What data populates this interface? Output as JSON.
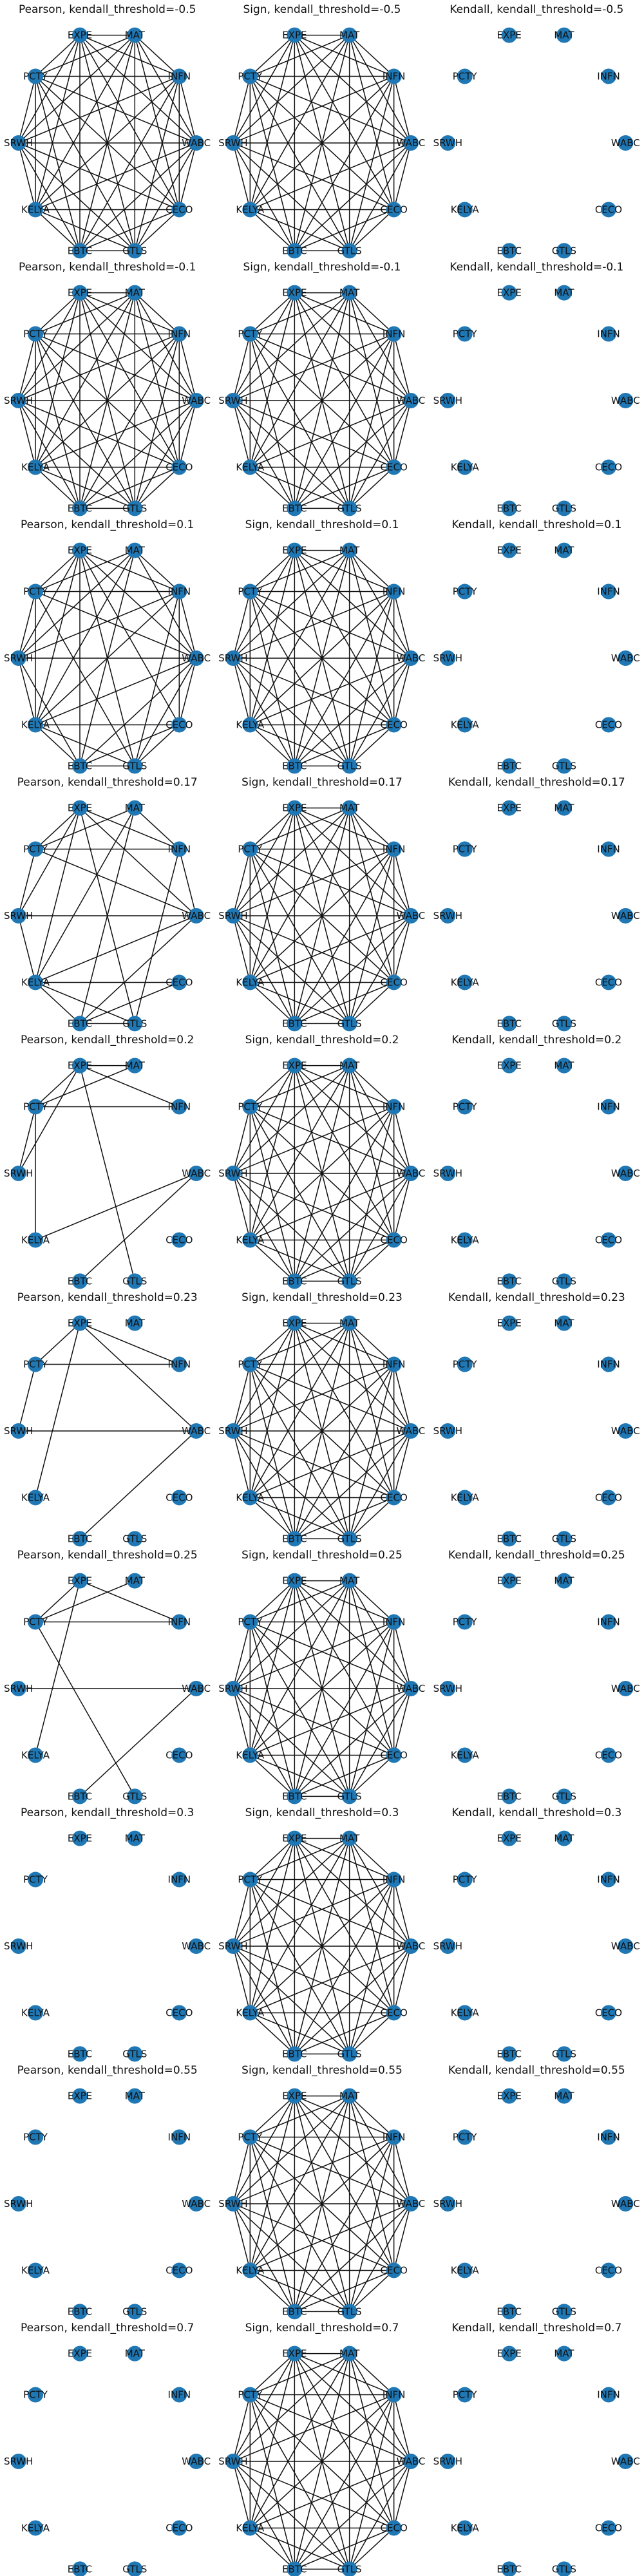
{
  "node_color": "#1f77b4",
  "edge_color": "#111111",
  "nodes": [
    "EXPE",
    "MAT",
    "INFN",
    "WABC",
    "CECO",
    "GTLS",
    "EBTC",
    "KELYA",
    "SRWH",
    "PCTY"
  ],
  "panels": [
    {
      "title": "Pearson, kendall_threshold=-0.5",
      "edges": "full"
    },
    {
      "title": "Sign, kendall_threshold=-0.5",
      "edges": "full"
    },
    {
      "title": "Kendall, kendall_threshold=-0.5",
      "edges": []
    },
    {
      "title": "Pearson, kendall_threshold=-0.1",
      "edges": "full"
    },
    {
      "title": "Sign, kendall_threshold=-0.1",
      "edges": "full"
    },
    {
      "title": "Kendall, kendall_threshold=-0.1",
      "edges": []
    },
    {
      "title": "Pearson, kendall_threshold=0.1",
      "edges": [
        [
          "EXPE",
          "INFN"
        ],
        [
          "EXPE",
          "WABC"
        ],
        [
          "EXPE",
          "CECO"
        ],
        [
          "EXPE",
          "GTLS"
        ],
        [
          "EXPE",
          "EBTC"
        ],
        [
          "EXPE",
          "KELYA"
        ],
        [
          "EXPE",
          "SRWH"
        ],
        [
          "EXPE",
          "PCTY"
        ],
        [
          "MAT",
          "INFN"
        ],
        [
          "MAT",
          "WABC"
        ],
        [
          "MAT",
          "EBTC"
        ],
        [
          "MAT",
          "KELYA"
        ],
        [
          "MAT",
          "SRWH"
        ],
        [
          "MAT",
          "PCTY"
        ],
        [
          "INFN",
          "WABC"
        ],
        [
          "INFN",
          "CECO"
        ],
        [
          "INFN",
          "GTLS"
        ],
        [
          "INFN",
          "KELYA"
        ],
        [
          "INFN",
          "SRWH"
        ],
        [
          "INFN",
          "PCTY"
        ],
        [
          "WABC",
          "CECO"
        ],
        [
          "WABC",
          "GTLS"
        ],
        [
          "WABC",
          "EBTC"
        ],
        [
          "WABC",
          "KELYA"
        ],
        [
          "WABC",
          "SRWH"
        ],
        [
          "WABC",
          "PCTY"
        ],
        [
          "CECO",
          "GTLS"
        ],
        [
          "CECO",
          "EBTC"
        ],
        [
          "CECO",
          "KELYA"
        ],
        [
          "GTLS",
          "EBTC"
        ],
        [
          "GTLS",
          "KELYA"
        ],
        [
          "GTLS",
          "PCTY"
        ],
        [
          "EBTC",
          "KELYA"
        ],
        [
          "EBTC",
          "SRWH"
        ],
        [
          "KELYA",
          "SRWH"
        ],
        [
          "KELYA",
          "PCTY"
        ],
        [
          "SRWH",
          "PCTY"
        ]
      ]
    },
    {
      "title": "Sign, kendall_threshold=0.1",
      "edges": "full"
    },
    {
      "title": "Kendall, kendall_threshold=0.1",
      "edges": []
    },
    {
      "title": "Pearson, kendall_threshold=0.17",
      "edges": [
        [
          "EXPE",
          "INFN"
        ],
        [
          "EXPE",
          "WABC"
        ],
        [
          "EXPE",
          "GTLS"
        ],
        [
          "EXPE",
          "KELYA"
        ],
        [
          "EXPE",
          "SRWH"
        ],
        [
          "EXPE",
          "PCTY"
        ],
        [
          "MAT",
          "INFN"
        ],
        [
          "MAT",
          "EBTC"
        ],
        [
          "MAT",
          "KELYA"
        ],
        [
          "MAT",
          "PCTY"
        ],
        [
          "INFN",
          "WABC"
        ],
        [
          "INFN",
          "GTLS"
        ],
        [
          "INFN",
          "PCTY"
        ],
        [
          "WABC",
          "EBTC"
        ],
        [
          "WABC",
          "KELYA"
        ],
        [
          "WABC",
          "SRWH"
        ],
        [
          "WABC",
          "PCTY"
        ],
        [
          "CECO",
          "EBTC"
        ],
        [
          "CECO",
          "KELYA"
        ],
        [
          "GTLS",
          "EBTC"
        ],
        [
          "GTLS",
          "KELYA"
        ],
        [
          "EBTC",
          "KELYA"
        ],
        [
          "KELYA",
          "SRWH"
        ],
        [
          "SRWH",
          "PCTY"
        ]
      ]
    },
    {
      "title": "Sign, kendall_threshold=0.17",
      "edges": "full"
    },
    {
      "title": "Kendall, kendall_threshold=0.17",
      "edges": []
    },
    {
      "title": "Pearson, kendall_threshold=0.2",
      "edges": [
        [
          "EXPE",
          "MAT"
        ],
        [
          "EXPE",
          "INFN"
        ],
        [
          "EXPE",
          "SRWH"
        ],
        [
          "EXPE",
          "PCTY"
        ],
        [
          "EXPE",
          "GTLS"
        ],
        [
          "MAT",
          "PCTY"
        ],
        [
          "INFN",
          "PCTY"
        ],
        [
          "WABC",
          "KELYA"
        ],
        [
          "WABC",
          "EBTC"
        ],
        [
          "PCTY",
          "KELYA"
        ],
        [
          "PCTY",
          "SRWH"
        ]
      ]
    },
    {
      "title": "Sign, kendall_threshold=0.2",
      "edges": "full"
    },
    {
      "title": "Kendall, kendall_threshold=0.2",
      "edges": []
    },
    {
      "title": "Pearson, kendall_threshold=0.23",
      "edges": [
        [
          "EXPE",
          "PCTY"
        ],
        [
          "EXPE",
          "INFN"
        ],
        [
          "EXPE",
          "WABC"
        ],
        [
          "EXPE",
          "KELYA"
        ],
        [
          "INFN",
          "PCTY"
        ],
        [
          "PCTY",
          "SRWH"
        ],
        [
          "WABC",
          "EBTC"
        ],
        [
          "WABC",
          "SRWH"
        ]
      ]
    },
    {
      "title": "Sign, kendall_threshold=0.23",
      "edges": "full"
    },
    {
      "title": "Kendall, kendall_threshold=0.23",
      "edges": []
    },
    {
      "title": "Pearson, kendall_threshold=0.25",
      "edges": [
        [
          "EXPE",
          "PCTY"
        ],
        [
          "EXPE",
          "INFN"
        ],
        [
          "MAT",
          "PCTY"
        ],
        [
          "PCTY",
          "INFN"
        ],
        [
          "PCTY",
          "GTLS"
        ],
        [
          "EXPE",
          "KELYA"
        ],
        [
          "WABC",
          "SRWH"
        ],
        [
          "WABC",
          "EBTC"
        ]
      ]
    },
    {
      "title": "Sign, kendall_threshold=0.25",
      "edges": "full"
    },
    {
      "title": "Kendall, kendall_threshold=0.25",
      "edges": []
    },
    {
      "title": "Pearson, kendall_threshold=0.3",
      "edges": []
    },
    {
      "title": "Sign, kendall_threshold=0.3",
      "edges": "full"
    },
    {
      "title": "Kendall, kendall_threshold=0.3",
      "edges": []
    },
    {
      "title": "Pearson, kendall_threshold=0.55",
      "edges": []
    },
    {
      "title": "Sign, kendall_threshold=0.55",
      "edges": "full"
    },
    {
      "title": "Kendall, kendall_threshold=0.55",
      "edges": []
    },
    {
      "title": "Pearson, kendall_threshold=0.7",
      "edges": []
    },
    {
      "title": "Sign, kendall_threshold=0.7",
      "edges": "full"
    },
    {
      "title": "Kendall, kendall_threshold=0.7",
      "edges": []
    }
  ]
}
